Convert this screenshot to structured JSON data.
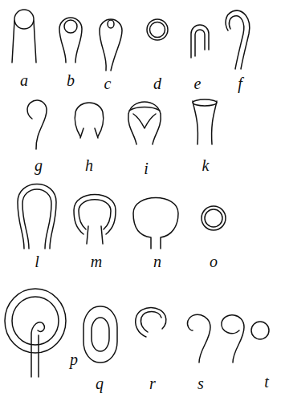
{
  "diagram": {
    "labels": [
      "a",
      "b",
      "c",
      "d",
      "e",
      "f",
      "g",
      "h",
      "i",
      "k",
      "l",
      "m",
      "n",
      "o",
      "p",
      "q",
      "r",
      "s",
      "t"
    ]
  }
}
